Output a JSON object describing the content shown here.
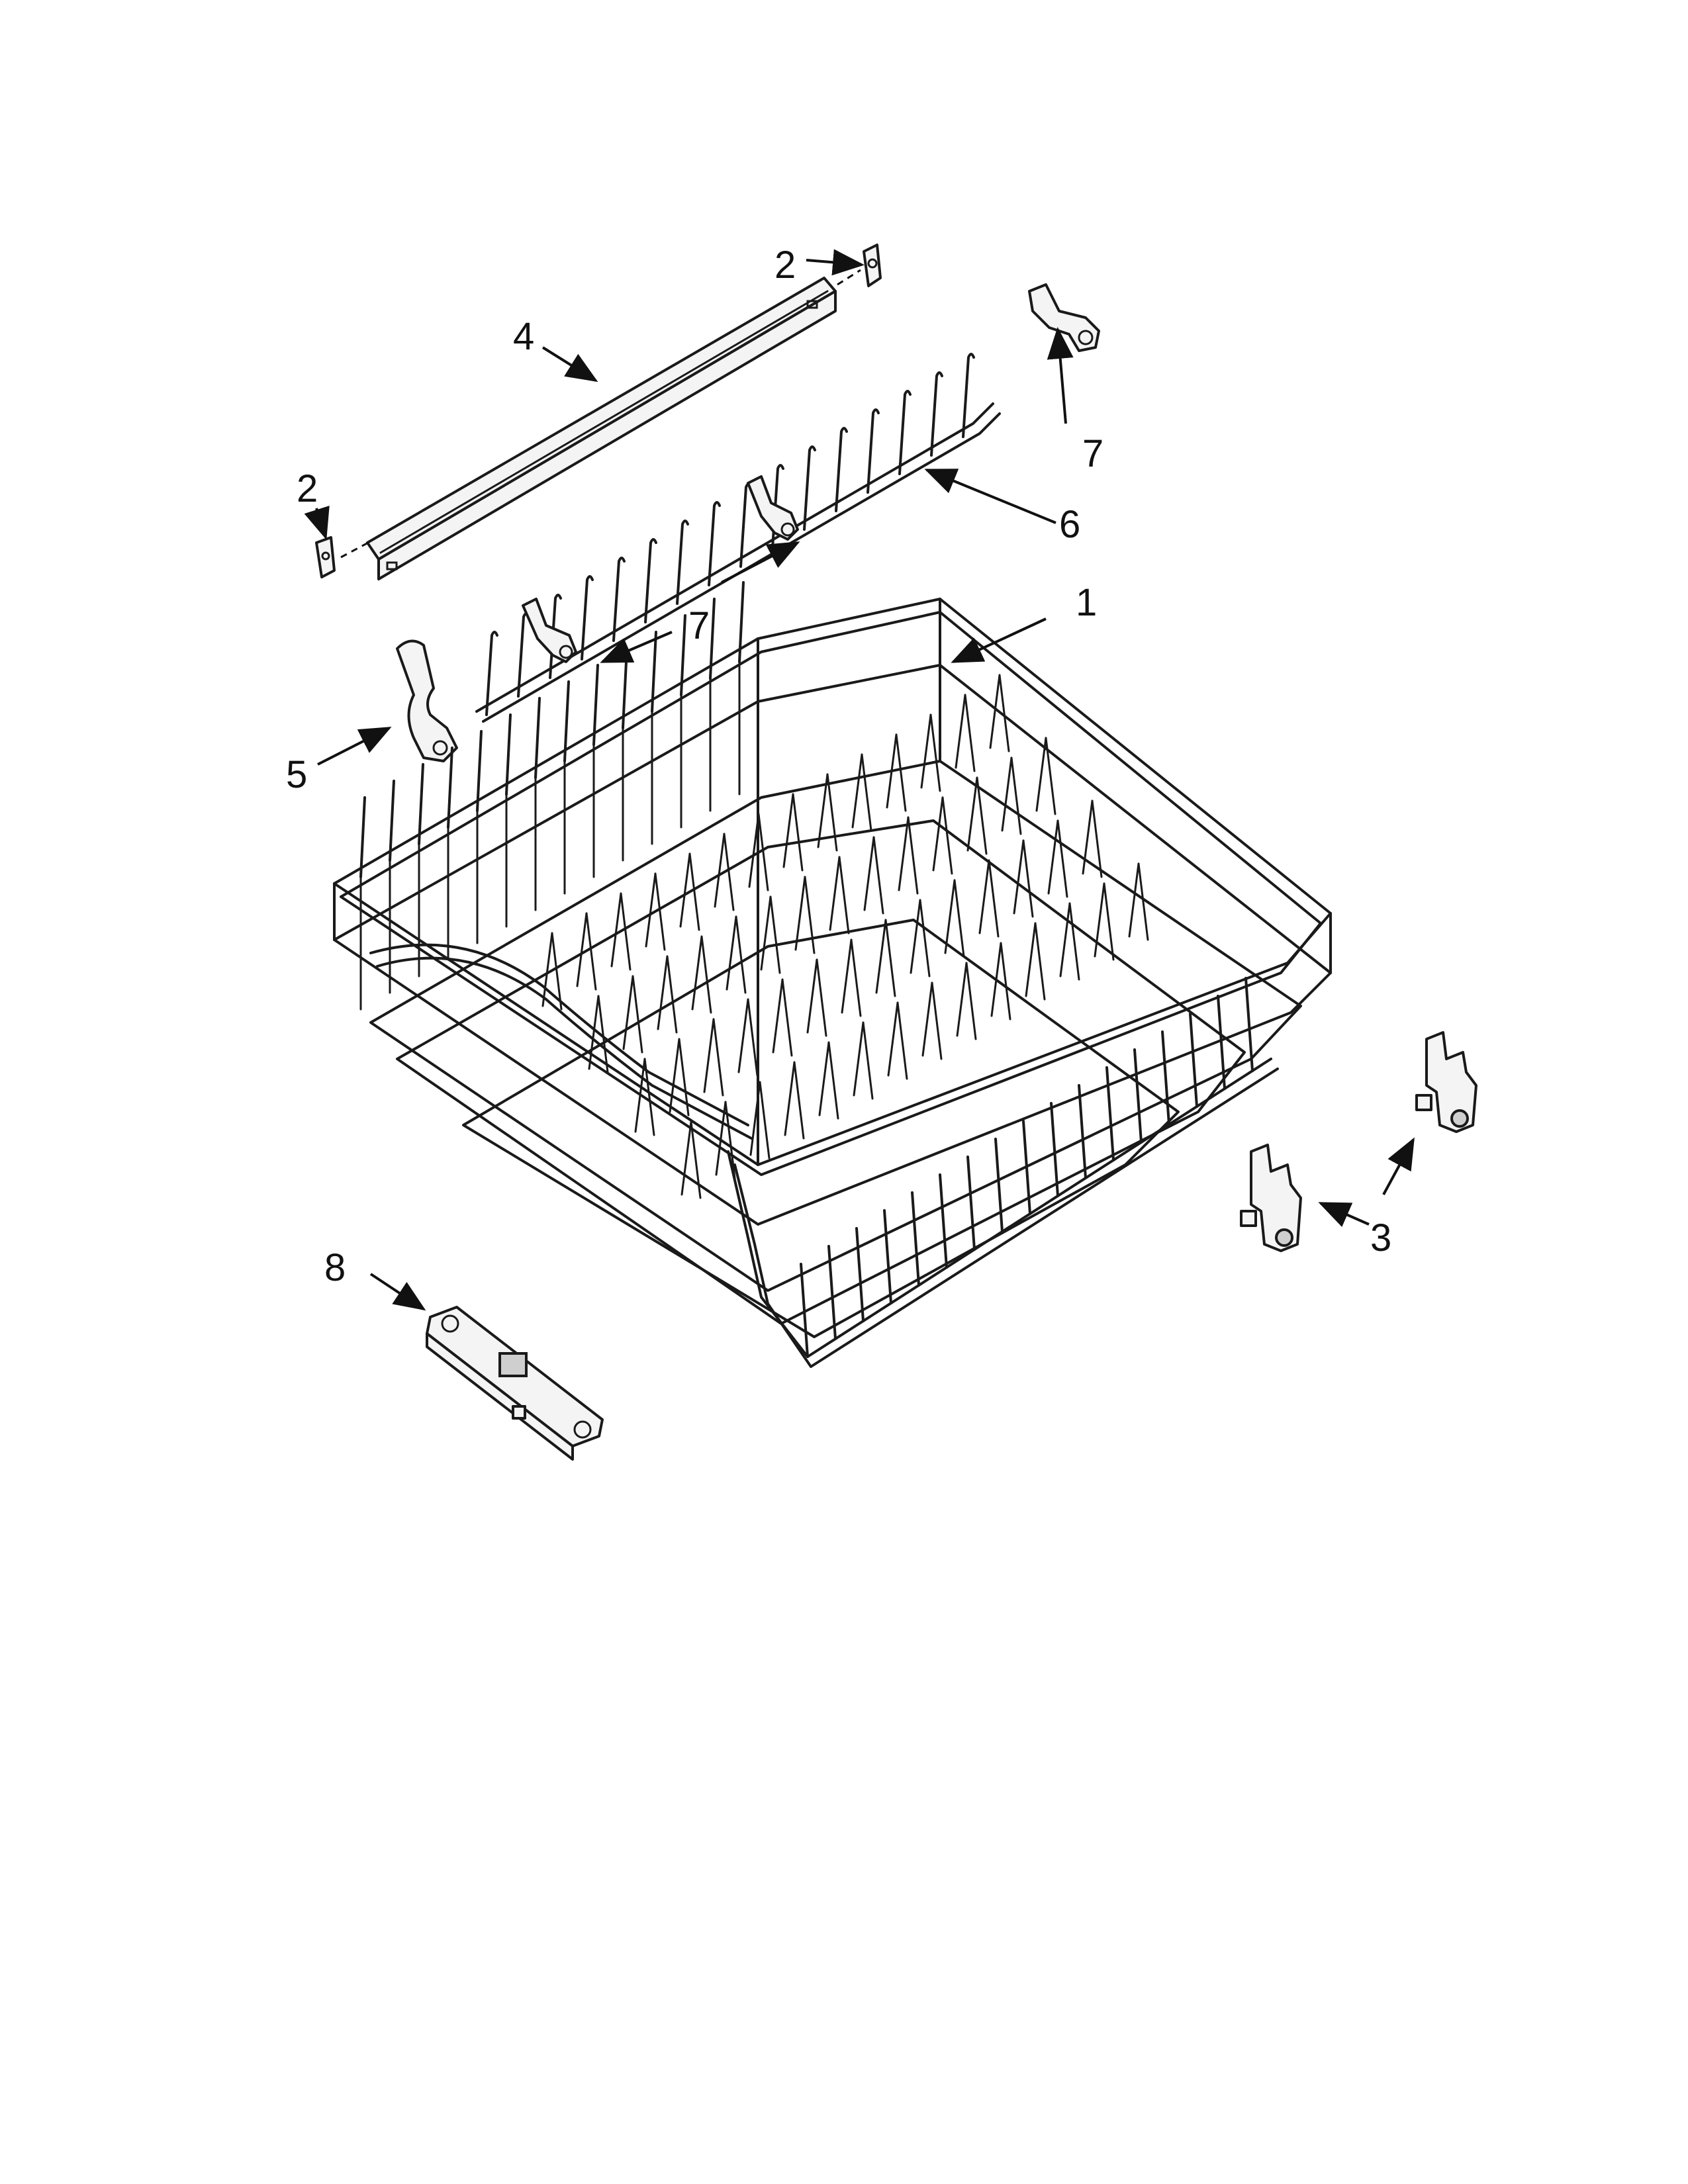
{
  "callouts": {
    "c1": "1",
    "c2_top": "2",
    "c2_left": "2",
    "c3": "3",
    "c4": "4",
    "c5": "5",
    "c6": "6",
    "c7_right": "7",
    "c7_mid": "7",
    "c8": "8"
  },
  "parts": {
    "rack": "upper-rack",
    "end_cap": "end-cap",
    "adjuster": "rack-adjuster",
    "rail": "rail",
    "clip": "clip",
    "tine_row": "tine-row",
    "tine_clip": "tine-clip",
    "rack_stop": "rack-stop"
  }
}
